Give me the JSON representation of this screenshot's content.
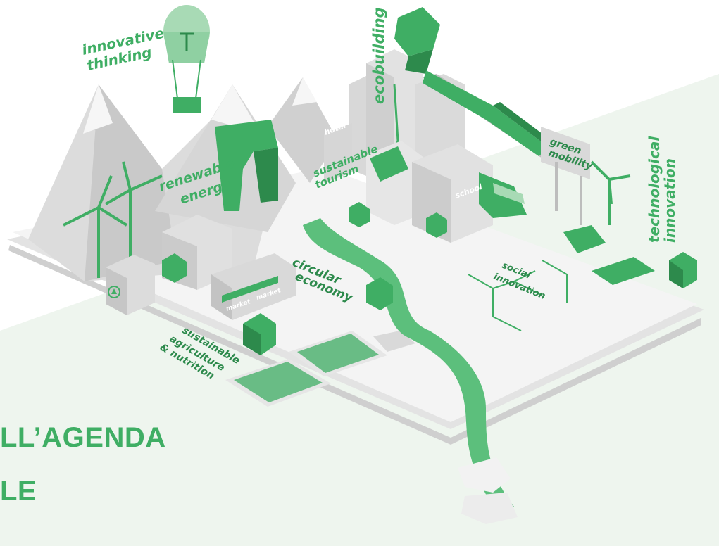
{
  "colors": {
    "accent": "#3fae64",
    "accent_dark": "#2d8a4c",
    "accent_light": "#a8dab5",
    "band": "#eef5ee",
    "gray_light": "#ececec",
    "gray_mid": "#d2d2d2",
    "gray_dark": "#a9a9a9"
  },
  "headline": {
    "line1": "LL’AGENDA",
    "line2": "LE"
  },
  "illustration": {
    "labels": {
      "innovative_1": "innovative",
      "innovative_2": "thinking",
      "ecobuilding": "ecobuilding",
      "renewable_1": "renewable",
      "renewable_2": "energy",
      "tourism_1": "sustainable",
      "tourism_2": "tourism",
      "mobility_1": "green",
      "mobility_2": "mobility",
      "tech_1": "technological",
      "tech_2": "innovation",
      "circular_1": "circular",
      "circular_2": "economy",
      "social_1": "social",
      "social_2": "innovation",
      "agri_1": "sustainable",
      "agri_2": "agriculture",
      "agri_3": "& nutrition"
    },
    "signs": {
      "hotel": "hotel",
      "school": "school",
      "market_1": "market",
      "market_2": "market",
      "recycle_icon": "recycle-icon"
    }
  }
}
